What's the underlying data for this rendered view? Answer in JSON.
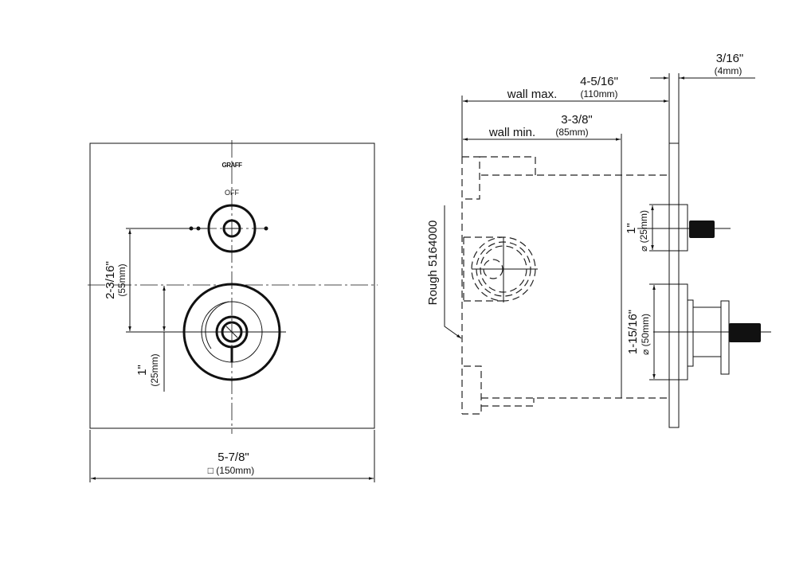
{
  "front_view": {
    "brand_logo": "GRAFF",
    "off_label": "OFF",
    "dim_vertical_spacing": {
      "imperial": "2-3/16\"",
      "metric": "(55mm)"
    },
    "dim_center_offset": {
      "imperial": "1\"",
      "metric": "(25mm)"
    },
    "dim_width": {
      "imperial": "5-7/8\"",
      "metric": "□ (150mm)"
    }
  },
  "side_view": {
    "plate_thickness": {
      "imperial": "3/16\"",
      "metric": "(4mm)"
    },
    "wall_max": {
      "label": "wall max.",
      "imperial": "4-5/16\"",
      "metric": "(110mm)"
    },
    "wall_min": {
      "label": "wall min.",
      "imperial": "3-3/8\"",
      "metric": "(85mm)"
    },
    "rough_label": "Rough 5164000",
    "dim_small_dia": {
      "imperial": "1\"",
      "metric": "⌀ (25mm)"
    },
    "dim_large_dia": {
      "imperial": "1-15/16\"",
      "metric": "⌀ (50mm)"
    }
  }
}
